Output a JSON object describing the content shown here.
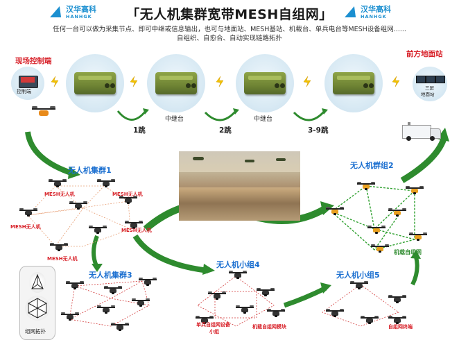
{
  "header": {
    "title": "无人机集群宽带MESH自组网",
    "subtitle_line1": "任何一台可以做为采集节点、即可中继或信息输出，也可与地面站、MESH基站、机载台、单兵电台等MESH设备组网......",
    "subtitle_line2": "自组织、自愈合、自动实现链路拓扑",
    "logo_cn": "汉华高科",
    "logo_en": "HANHGK"
  },
  "chain": {
    "left_title": "现场控制端",
    "left_label": "控制端",
    "right_title": "前方地面站",
    "right_label_1": "三屏",
    "right_label_2": "地面站",
    "relay_label": "中继台",
    "hops": [
      "1跳",
      "2跳",
      "3-9跳"
    ]
  },
  "groups": {
    "cluster1": "无人机集群1",
    "cluster2": "无人机群组2",
    "cluster3": "无人机集群3",
    "group4": "无人机小组4",
    "group5": "无人机小组5"
  },
  "labels": {
    "mesh_drone": "MESH无人机",
    "airborne_net": "机载自组网",
    "soldier_station": "单兵自组网设备",
    "soldier_group": "小组",
    "airborne_module": "机载自组网模块",
    "net_terminal": "自组网终端",
    "topology": "组网拓扑"
  },
  "colors": {
    "accent_red": "#d8222a",
    "accent_blue": "#1b6fd0",
    "arrow_green": "#2e8b2e",
    "mesh_line_orange": "#e8a27a",
    "mesh_line_red": "#d23a3a",
    "mesh_line_green": "#2ea02e"
  }
}
